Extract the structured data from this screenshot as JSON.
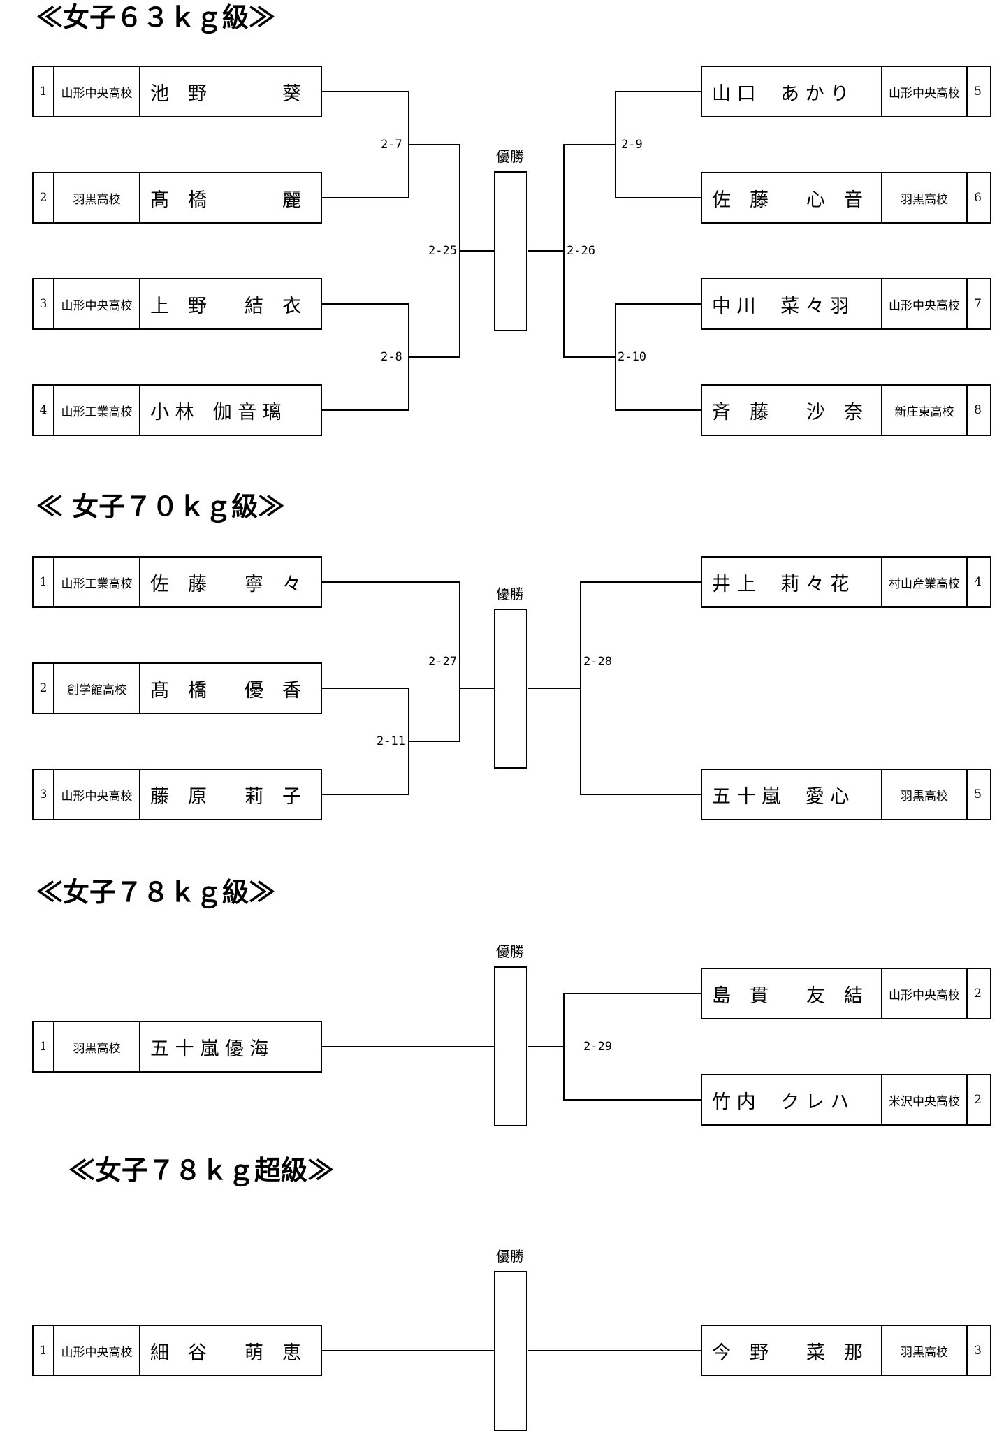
{
  "w63": {
    "title": "≪女子６３ｋｇ級≫",
    "winner": "優勝",
    "left": [
      {
        "seed": "1",
        "school": "山形中央高校",
        "name": "池　野　　　　葵"
      },
      {
        "seed": "2",
        "school": "羽黒高校",
        "name": "髙　橋　　　　麗"
      },
      {
        "seed": "3",
        "school": "山形中央高校",
        "name": "上　野　　結　衣"
      },
      {
        "seed": "4",
        "school": "山形工業高校",
        "name": "小 林　伽 音 璃"
      }
    ],
    "right": [
      {
        "seed": "5",
        "school": "山形中央高校",
        "name": "山 口　 あ か り"
      },
      {
        "seed": "6",
        "school": "羽黒高校",
        "name": "佐　藤　　心　音"
      },
      {
        "seed": "7",
        "school": "山形中央高校",
        "name": "中 川　 菜 々 羽"
      },
      {
        "seed": "8",
        "school": "新庄東高校",
        "name": "斉　藤　　沙　奈"
      }
    ],
    "matches": {
      "m1": "2-7",
      "m2": "2-8",
      "m3": "2-9",
      "m4": "2-10",
      "semi_left": "2-25",
      "semi_right": "2-26"
    }
  },
  "w70": {
    "title": "≪ 女子７０ｋｇ級≫",
    "winner": "優勝",
    "left": [
      {
        "seed": "1",
        "school": "山形工業高校",
        "name": "佐　藤　　寧　々"
      },
      {
        "seed": "2",
        "school": "創学館高校",
        "name": "髙　橋　　優　香"
      },
      {
        "seed": "3",
        "school": "山形中央高校",
        "name": "藤　原　　莉　子"
      }
    ],
    "right": [
      {
        "seed": "4",
        "school": "村山産業高校",
        "name": "井 上　 莉 々 花"
      },
      {
        "seed": "5",
        "school": "羽黒高校",
        "name": "五 十 嵐　 愛 心"
      }
    ],
    "matches": {
      "m1": "2-11",
      "semi_left": "2-27",
      "semi_right": "2-28"
    }
  },
  "w78": {
    "title": "≪女子７８ｋｇ級≫",
    "winner": "優勝",
    "left": [
      {
        "seed": "1",
        "school": "羽黒高校",
        "name": "五 十 嵐 優 海"
      }
    ],
    "right": [
      {
        "seed": "2",
        "school": "山形中央高校",
        "name": "島　貫　　友　結"
      },
      {
        "seed": "2",
        "school": "米沢中央高校",
        "name": "竹 内　 ク レ ハ"
      }
    ],
    "matches": {
      "m1": "2-29"
    }
  },
  "w78p": {
    "title": "≪女子７８ｋｇ超級≫",
    "winner": "優勝",
    "left": [
      {
        "seed": "1",
        "school": "山形中央高校",
        "name": "細　谷　　萌　恵"
      }
    ],
    "right": [
      {
        "seed": "3",
        "school": "羽黒高校",
        "name": "今　野　　菜　那"
      }
    ]
  }
}
